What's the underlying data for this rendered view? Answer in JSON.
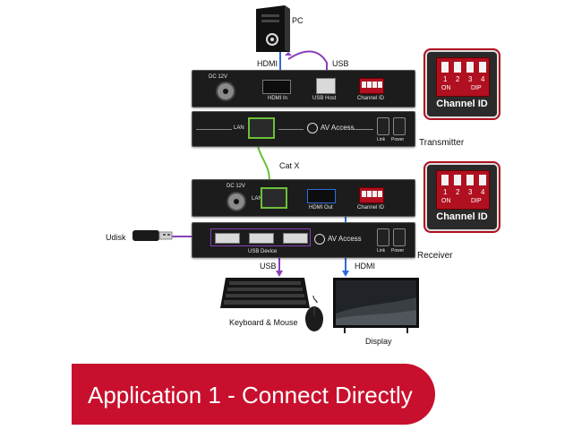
{
  "labels": {
    "pc": "PC",
    "hdmi_top": "HDMI",
    "usb_top": "USB",
    "transmitter": "Transmitter",
    "receiver": "Receiver",
    "cat_x": "Cat X",
    "udisk": "Udisk",
    "usb_bottom": "USB",
    "hdmi_bottom": "HDMI",
    "keyboard_mouse": "Keyboard & Mouse",
    "display": "Display"
  },
  "transmitter_front": {
    "dc": "DC 12V",
    "hdmi_in": "HDMI In",
    "usb_host": "USB Host",
    "channel_id": "Channel ID"
  },
  "transmitter_back": {
    "lan": "LAN",
    "brand": "AV Access",
    "link": "Link",
    "power": "Power"
  },
  "receiver_front": {
    "dc": "DC 12V",
    "lan": "LAN",
    "hdmi_out": "HDMI Out",
    "channel_id": "Channel ID"
  },
  "receiver_back": {
    "usb_device": "USB Device",
    "brand": "AV Access",
    "link": "Link",
    "power": "Power"
  },
  "dip_badge": {
    "numbers": [
      "1",
      "2",
      "3",
      "4"
    ],
    "on": "ON",
    "dip": "DIP",
    "title": "Channel ID"
  },
  "banner": {
    "title": "Application 1 - Connect Directly"
  },
  "colors": {
    "banner": "#c8102e",
    "hdmi_line": "#2f6bd8",
    "usb_line": "#8a3fb8",
    "lan_line": "#6cbf3a"
  }
}
